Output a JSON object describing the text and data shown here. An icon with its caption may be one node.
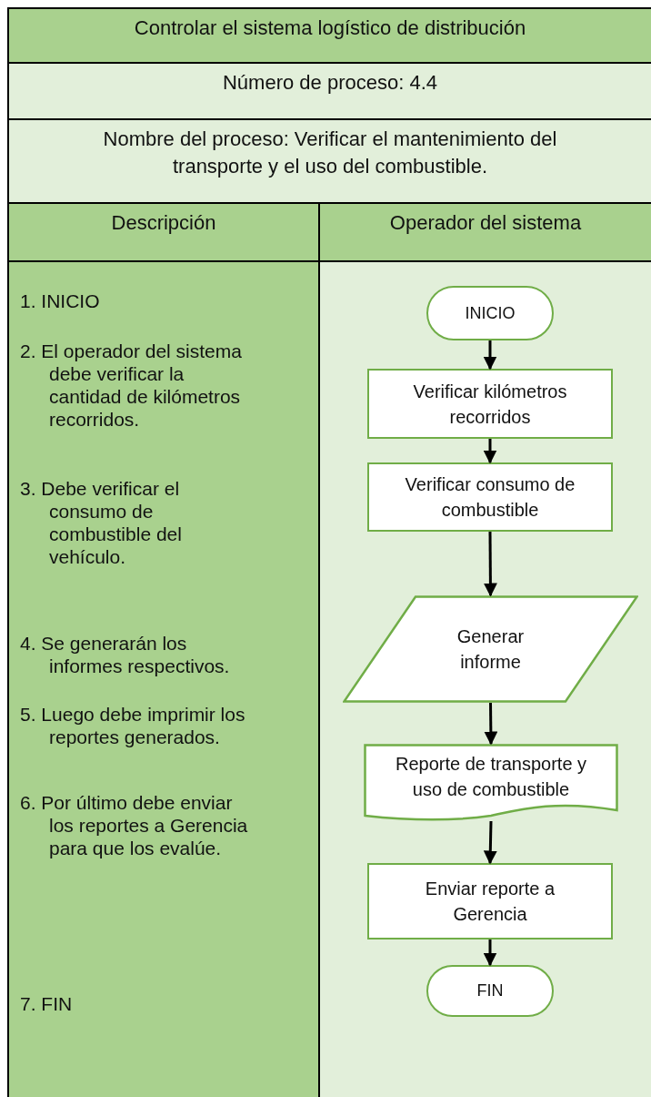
{
  "diagram": {
    "nodes": [
      {
        "text": [
          "Controlar el sistema logístico de distribución"
        ]
      },
      {
        "text": [
          "Número de proceso: 4.4"
        ]
      },
      {
        "text": [
          "Nombre del proceso: Verificar el mantenimiento del transporte y el uso del combustible."
        ]
      },
      {
        "text": [
          "Descripción"
        ]
      },
      {
        "text": [
          "Operador del sistema"
        ]
      },
      {
        "text": [
          "1. INICIO",
          "2. El operador del sistema debe verificar la cantidad de kilómetros recorridos.",
          "3. Debe verificar el consumo de combustible del vehículo.",
          "4. Se generarán los informes respectivos.",
          "5. Luego debe imprimir los reportes generados.",
          "6. Por último debe enviar los reportes a Gerencia para que los evalúe.",
          "7. FIN"
        ]
      },
      {
        "text": [],
        "shape": "box"
      },
      {
        "text": [
          "INICIO"
        ],
        "in": 6
      },
      {
        "text": [
          "Verificar kilómetros recorridos"
        ],
        "in": 6
      },
      {
        "text": [
          "Verificar consumo de combustible"
        ],
        "in": 6
      },
      {
        "text": [
          "Generar informe"
        ],
        "in": 6
      },
      {
        "text": [
          "Reporte de transporte y uso de combustible"
        ],
        "in": 6
      },
      {
        "text": [
          "Enviar reporte a Gerencia"
        ],
        "in": 6
      },
      {
        "text": [
          "FIN"
        ],
        "in": 6
      }
    ],
    "edges": [
      {
        "from": 7,
        "to": 8,
        "arrow": "to"
      },
      {
        "from": 8,
        "to": 9,
        "arrow": "to"
      },
      {
        "from": 9,
        "to": 10,
        "arrow": "to"
      },
      {
        "from": 10,
        "to": 11,
        "arrow": "to"
      },
      {
        "from": 11,
        "to": 12,
        "arrow": "to"
      },
      {
        "from": 12,
        "to": 13,
        "arrow": "to"
      }
    ]
  }
}
